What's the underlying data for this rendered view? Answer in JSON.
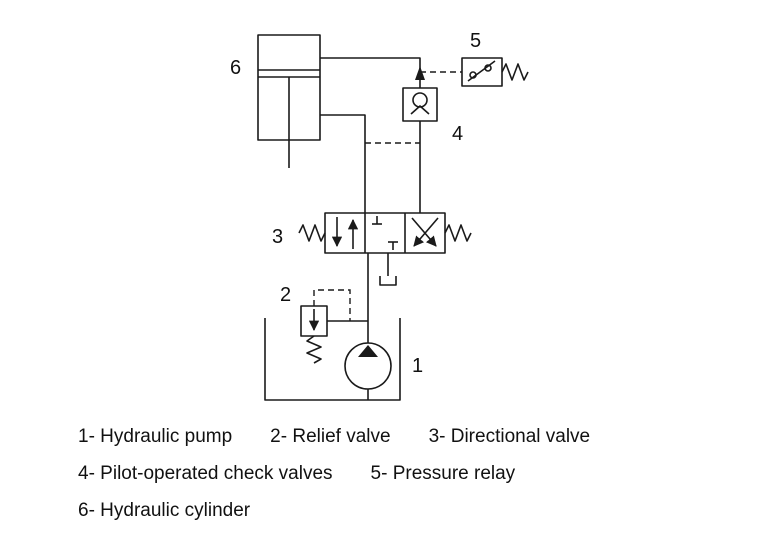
{
  "diagram": {
    "component_labels": {
      "pump": "1",
      "relief_valve": "2",
      "directional_valve": "3",
      "check_valve": "4",
      "pressure_relay": "5",
      "cylinder": "6"
    }
  },
  "legend": {
    "rows": [
      [
        "1- Hydraulic pump",
        "2- Relief valve",
        "3- Directional valve"
      ],
      [
        "4- Pilot-operated check valves",
        "5- Pressure relay"
      ],
      [
        "6- Hydraulic cylinder"
      ]
    ]
  },
  "colors": {
    "line": "#1a1a1a",
    "text": "#111111",
    "background": "#ffffff"
  }
}
